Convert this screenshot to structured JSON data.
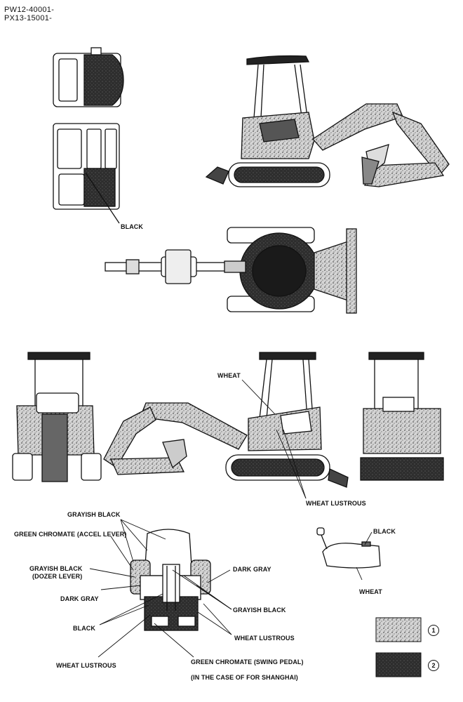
{
  "serials": {
    "line1": "PW12-40001-",
    "line2": "PX13-15001-"
  },
  "labels": {
    "black_cab": "BLACK",
    "wheat": "WHEAT",
    "wheat_lustrous_mid": "WHEAT LUSTROUS",
    "grayish_black_top": "GRAYISH BLACK",
    "green_chromate_accel": "GREEN CHROMATE (ACCEL LEVER)",
    "grayish_black_dozer_1": "GRAYISH BLACK",
    "grayish_black_dozer_2": "(DOZER LEVER)",
    "dark_gray_left": "DARK GRAY",
    "dark_gray_right": "DARK GRAY",
    "black_seat": "BLACK",
    "grayish_black_right": "GRAYISH BLACK",
    "wheat_lustrous_right": "WHEAT LUSTROUS",
    "wheat_lustrous_bottom": "WHEAT LUSTROUS",
    "green_chromate_swing": "GREEN CHROMATE (SWING PEDAL)",
    "shanghai_note": "(IN THE CASE OF FOR SHANGHAI)",
    "black_tank": "BLACK",
    "wheat_tank": "WHEAT"
  },
  "legend": [
    {
      "number": "1",
      "color": "#b9b9b9"
    },
    {
      "number": "2",
      "color": "#2e2e2e"
    }
  ],
  "colors": {
    "line": "#111111",
    "speckle_light": "#bdbdbd",
    "speckle_dark": "#333333"
  }
}
